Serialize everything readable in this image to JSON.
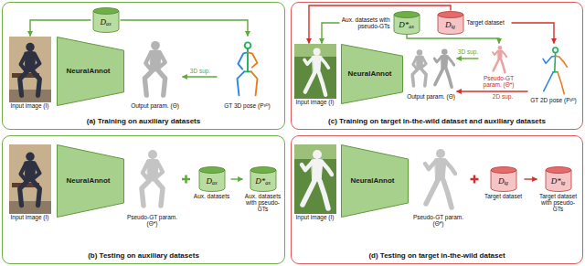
{
  "diagram": {
    "nodes": [
      {
        "text": [
          "(a) Training on auxiliary datasets"
        ]
      },
      {
        "text": [
          "D",
          "ax"
        ],
        "in": 0
      },
      {
        "text": [
          "Input image (I)"
        ],
        "in": 0
      },
      {
        "text": [
          "NeuralAnnot"
        ],
        "in": 0
      },
      {
        "text": [
          "Output param. (Θ)"
        ],
        "in": 0
      },
      {
        "text": [
          "GT 3D pose (P³ᴰ)"
        ],
        "in": 0
      },
      {
        "text": [
          "(b) Testing on auxiliary datasets"
        ]
      },
      {
        "text": [
          "Input image (I)"
        ],
        "in": 6
      },
      {
        "text": [
          "NeuralAnnot"
        ],
        "in": 6
      },
      {
        "text": [
          "Pseudo-GT param. (Θ*)"
        ],
        "in": 6
      },
      {
        "text": [
          "D",
          "ax",
          "Aux. datasets"
        ],
        "in": 6
      },
      {
        "text": [
          "D*",
          "ax",
          "Aux. datasets with pseudo-GTs"
        ],
        "in": 6
      },
      {
        "text": [
          "(c) Training on target in-the-wild dataset and auxiliary datasets"
        ]
      },
      {
        "text": [
          "D*",
          "ax",
          "Aux. datasets with pseudo-GTs"
        ],
        "in": 12
      },
      {
        "text": [
          "D",
          "tg",
          "Target dataset"
        ],
        "in": 12
      },
      {
        "text": [
          "Input image (I)"
        ],
        "in": 12
      },
      {
        "text": [
          "NeuralAnnot"
        ],
        "in": 12
      },
      {
        "text": [
          "Output param. (Θ)"
        ],
        "in": 12
      },
      {
        "text": [
          "Pseudo-GT param. (Θ*)"
        ],
        "in": 12
      },
      {
        "text": [
          "GT 2D pose (P²ᴰ)"
        ],
        "in": 12
      },
      {
        "text": [
          "(d) Testing on target in-the-wild dataset"
        ]
      },
      {
        "text": [
          "Input image (I)"
        ],
        "in": 20
      },
      {
        "text": [
          "NeuralAnnot"
        ],
        "in": 20
      },
      {
        "text": [
          "Pseudo-GT param. (Θ*)"
        ],
        "in": 20
      },
      {
        "text": [
          "D",
          "tg",
          "Target dataset"
        ],
        "in": 20
      },
      {
        "text": [
          "D*",
          "tg",
          "Target dataset with pseudo-GTs"
        ],
        "in": 20
      }
    ],
    "edges": [
      {
        "from": 1,
        "to": 2,
        "arrow": "to"
      },
      {
        "from": 1,
        "to": 5,
        "arrow": "to"
      },
      {
        "from": 5,
        "to": 4,
        "label": "3D sup.",
        "arrow": "to"
      },
      {
        "from": 10,
        "to": 11,
        "arrow": "to"
      },
      {
        "from": 13,
        "to": 15,
        "arrow": "to"
      },
      {
        "from": 14,
        "to": 15,
        "arrow": "to"
      },
      {
        "from": 13,
        "to": 18,
        "arrow": "to"
      },
      {
        "from": 14,
        "to": 19,
        "arrow": "to"
      },
      {
        "from": 18,
        "to": 17,
        "label": "3D sup.",
        "arrow": "to"
      },
      {
        "from": 19,
        "to": 17,
        "label": "2D sup.",
        "arrow": "to"
      },
      {
        "from": 24,
        "to": 25,
        "arrow": "to"
      }
    ]
  }
}
